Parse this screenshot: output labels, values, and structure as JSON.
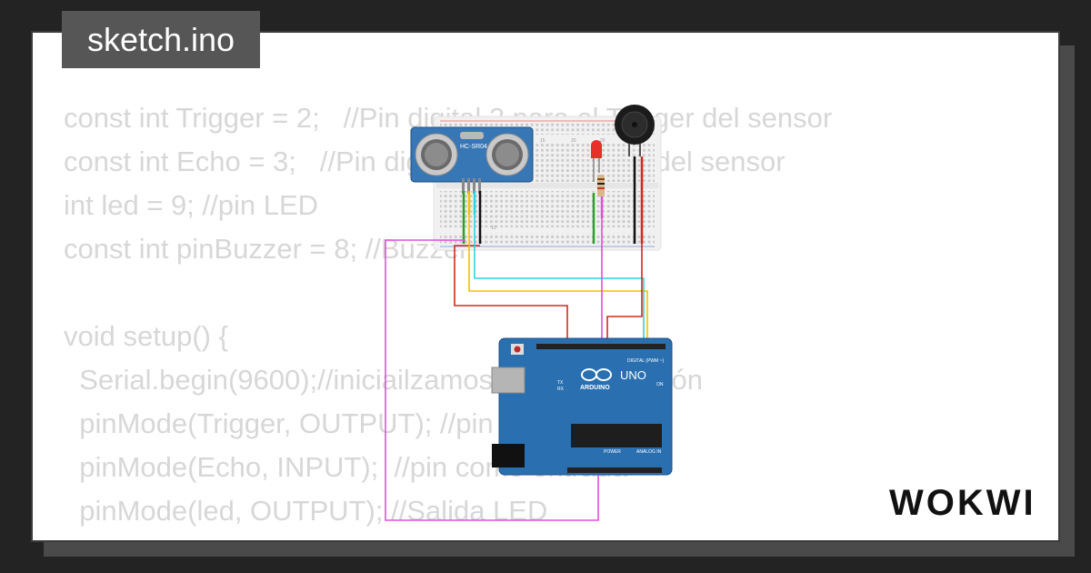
{
  "file_name": "sketch.ino",
  "brand": "WOKWI",
  "code_lines": [
    "const int Trigger = 2;   //Pin digital 2 para el Trigger del sensor",
    "const int Echo = 3;   //Pin digital 3 para el Echo del sensor",
    "int led = 9; //pin LED",
    "const int pinBuzzer = 8; //Buzzer",
    "",
    "void setup() {",
    "  Serial.begin(9600);//iniciailzamos la comunicación",
    "  pinMode(Trigger, OUTPUT); //pin como salida",
    "  pinMode(Echo, INPUT);  //pin como entrada",
    "  pinMode(led, OUTPUT); //Salida LED"
  ],
  "circuit": {
    "sensor_label": "HC-SR04",
    "board_brand": "ARDUINO",
    "board_model": "UNO",
    "digital_header_label": "DIGITAL (PWM ~)",
    "power_label": "POWER",
    "analog_label": "ANALOG IN",
    "tx_label": "TX",
    "rx_label": "RX",
    "on_label": "ON",
    "breadboard_numbers": [
      "15",
      "20",
      "25",
      "30",
      "10"
    ]
  },
  "colors": {
    "background": "#232323",
    "card": "#ffffff",
    "code_text": "#d7d7d7",
    "tab_bg": "#565656",
    "board": "#2a6fb0",
    "wire_red": "#d02a1e",
    "wire_yellow": "#f2c100",
    "wire_cyan": "#2bd4e0",
    "wire_magenta": "#e050d8",
    "wire_green": "#2aa02a",
    "wire_black": "#111111"
  }
}
